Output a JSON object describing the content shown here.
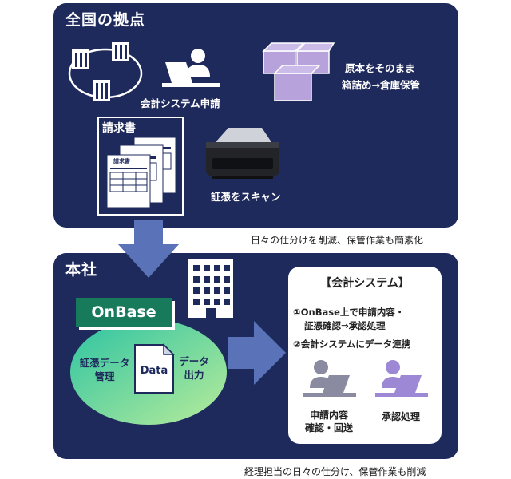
{
  "top": {
    "title": "全国の拠点",
    "accounting_request_label": "会計システム申請",
    "storage_label_line1": "原本をそのまま",
    "storage_label_line2": "箱詰め→倉庫保管",
    "invoice_title": "請求書",
    "invoice_doc_title": "請求書",
    "scan_label": "証憑をスキャン",
    "note": "日々の仕分けを削減、保管作業も簡素化"
  },
  "hq": {
    "title": "本社",
    "onbase_label": "OnBase",
    "manage_label_line1": "証憑データ",
    "manage_label_line2": "管理",
    "data_icon_label": "Data",
    "output_label_line1": "データ",
    "output_label_line2": "出力",
    "accounting": {
      "title": "【会計システム】",
      "step1_line1": "①OnBase上で申請内容・",
      "step1_line2": "証憑確認⇒承認処理",
      "step2": "②会計システムにデータ連携",
      "user1_line1": "申請内容",
      "user1_line2": "確認・回送",
      "user2": "承認処理"
    },
    "note": "経理担当の日々の仕分け、保管作業も削減"
  },
  "colors": {
    "panel": "#1f2a5c",
    "arrow": "#5a73b8",
    "onbase": "#177a5b",
    "box": "#b7a2dc",
    "person_gray": "#8a8aa0",
    "person_purple": "#9c88d4"
  }
}
